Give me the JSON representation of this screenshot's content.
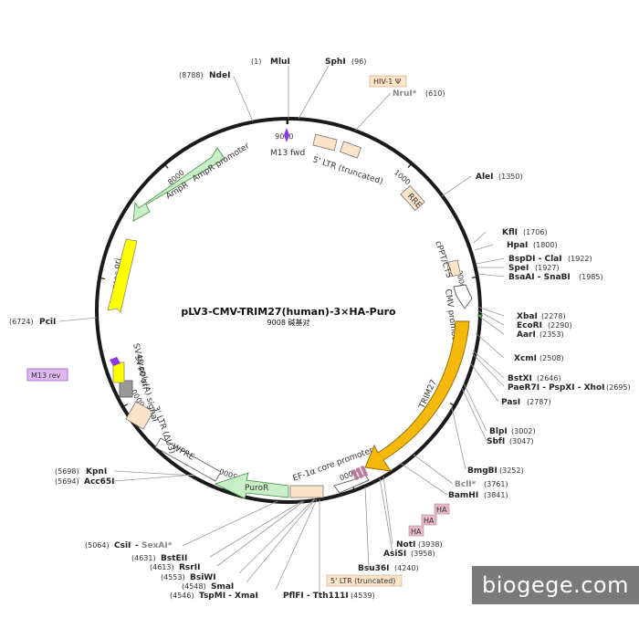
{
  "title": "pLV3-CMV-TRIM27(human)-3×HA-Puro",
  "subtitle": "9008 碱基对",
  "watermark": "biogege.com",
  "colors": {
    "backbone": "#1a1a1a",
    "label_box": "#fde3c8",
    "ha_box": "#e6b8c8",
    "primer": "#8a39e1",
    "primer_box": "#e0b8f0",
    "cmv": "#ffffff",
    "trim27": "#f6b80a",
    "puro": "#c8f0c8",
    "ampr": "#c8f0c8",
    "ori": "#ffff00",
    "wpre": "#ffffff",
    "ltr": "#fde3c8",
    "grey": "#999999"
  },
  "ticks": [
    "9000",
    "1000",
    "2000",
    "3000",
    "4000",
    "5000",
    "6000",
    "7000",
    "8000"
  ],
  "sites": [
    {
      "name": "MluI",
      "pos": "(1)",
      "grey": false
    },
    {
      "name": "SphI",
      "pos": "(96)",
      "grey": false
    },
    {
      "name": "NruI*",
      "pos": "(610)",
      "grey": true
    },
    {
      "name": "AleI",
      "pos": "(1350)",
      "grey": false
    },
    {
      "name": "KflI",
      "pos": "(1706)",
      "grey": false
    },
    {
      "name": "HpaI",
      "pos": "(1800)",
      "grey": false
    },
    {
      "name": "BspDI - ClaI",
      "pos": "(1922)",
      "grey": false
    },
    {
      "name": "SpeI",
      "pos": "(1927)",
      "grey": false
    },
    {
      "name": "BsaAI - SnaBI",
      "pos": "(1985)",
      "grey": false
    },
    {
      "name": "XbaI",
      "pos": "(2278)",
      "grey": false
    },
    {
      "name": "EcoRI",
      "pos": "(2290)",
      "grey": false
    },
    {
      "name": "AarI",
      "pos": "(2353)",
      "grey": false
    },
    {
      "name": "XcmI",
      "pos": "(2508)",
      "grey": false
    },
    {
      "name": "BstXI",
      "pos": "(2646)",
      "grey": false
    },
    {
      "name": "PaeR7I - PspXI - XhoI",
      "pos": "(2695)",
      "grey": false
    },
    {
      "name": "PasI",
      "pos": "(2787)",
      "grey": false
    },
    {
      "name": "BlpI",
      "pos": "(3002)",
      "grey": false
    },
    {
      "name": "SbfI",
      "pos": "(3047)",
      "grey": false
    },
    {
      "name": "BmgBI",
      "pos": "(3252)",
      "grey": false
    },
    {
      "name": "BclI*",
      "pos": "(3761)",
      "grey": true
    },
    {
      "name": "BamHI",
      "pos": "(3841)",
      "grey": false
    },
    {
      "name": "NotI",
      "pos": "(3938)",
      "grey": false
    },
    {
      "name": "AsiSI",
      "pos": "(3958)",
      "grey": false
    },
    {
      "name": "Bsu36I",
      "pos": "(4240)",
      "grey": false
    },
    {
      "name": "PflFI - Tth111I",
      "pos": "(4539)",
      "grey": false
    },
    {
      "name": "TspMI - XmaI",
      "pos": "(4546)",
      "grey": false
    },
    {
      "name": "SmaI",
      "pos": "(4548)",
      "grey": false
    },
    {
      "name": "BsiWI",
      "pos": "(4553)",
      "grey": false
    },
    {
      "name": "RsrII",
      "pos": "(4613)",
      "grey": false
    },
    {
      "name": "BstEII",
      "pos": "(4631)",
      "grey": false
    },
    {
      "name": "CsiI",
      "pos": "(5064)",
      "grey": false
    },
    {
      "name": "SexAI*",
      "pos": "",
      "grey": true
    },
    {
      "name": "KpnI",
      "pos": "(5698)",
      "grey": false
    },
    {
      "name": "Acc65I",
      "pos": "(5694)",
      "grey": false
    },
    {
      "name": "PciI",
      "pos": "(6724)",
      "grey": false
    },
    {
      "name": "NdeI",
      "pos": "(8788)",
      "grey": false
    }
  ],
  "features": {
    "m13fwd": "M13 fwd",
    "ltr5": "5' LTR (truncated)",
    "hiv": "HIV-1 Ψ",
    "rre": "RRE",
    "cppt": "cPPT/CTS",
    "cmv": "CMV promoter",
    "trim27": "TRIM27",
    "ef1a": "EF-1α core promoter",
    "ha": "HA",
    "ltr5b": "5' LTR (truncated)",
    "puro": "PuroR",
    "wpre": "WPRE",
    "ltr3": "3' LTR (ΔU3)",
    "sv40pa": "SV40 poly(A) signal",
    "sv40ori": "SV40 ori",
    "m13rev": "M13 rev",
    "ori": "ori",
    "ampr": "AmpR",
    "amprpromoter": "AmpR promoter"
  }
}
